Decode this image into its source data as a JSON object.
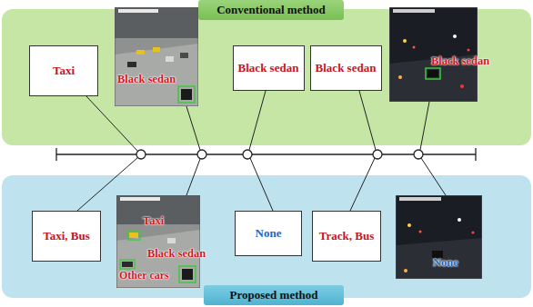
{
  "diagram": {
    "nodes": [
      {
        "text": [
          "Conventional method"
        ]
      },
      {
        "text": [
          "Taxi"
        ],
        "in": 0
      },
      {
        "text": [
          "Black sedan"
        ],
        "in": 0
      },
      {
        "text": [
          "Black sedan"
        ],
        "in": 0
      },
      {
        "text": [
          "Proposed method"
        ]
      },
      {
        "text": [
          "Taxi, Bus"
        ],
        "in": 4
      },
      {
        "text": [
          "None"
        ],
        "in": 4
      },
      {
        "text": [
          "Track, Bus"
        ],
        "in": 4
      }
    ],
    "labels": [
      "Black sedan",
      "Black sedan",
      "Taxi",
      "Black sedan",
      "Other cars",
      "None"
    ]
  }
}
